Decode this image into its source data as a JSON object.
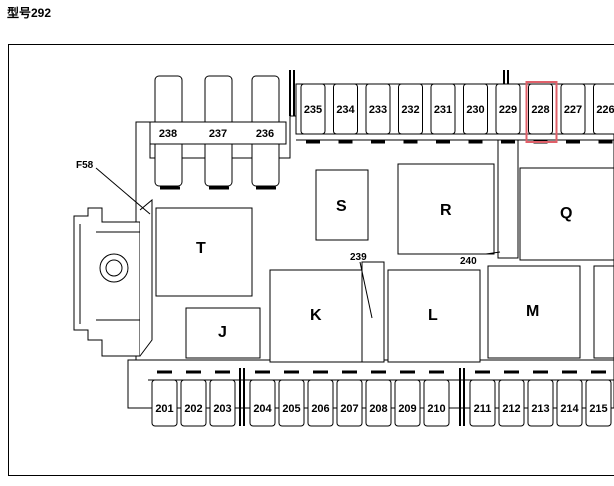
{
  "title": "型号292",
  "highlight_color": "#e0606a",
  "relays": {
    "S": "S",
    "R": "R",
    "Q": "Q",
    "T": "T",
    "J": "J",
    "K": "K",
    "L": "L",
    "M": "M"
  },
  "top_big_fuses": [
    "238",
    "237",
    "236"
  ],
  "top_fuses": [
    "235",
    "234",
    "233",
    "232",
    "231",
    "230",
    "229",
    "228",
    "227",
    "226"
  ],
  "bottom_fuses": [
    "201",
    "202",
    "203",
    "204",
    "205",
    "206",
    "207",
    "208",
    "209",
    "210",
    "211",
    "212",
    "213",
    "214",
    "215"
  ],
  "callouts": {
    "f58": "F58",
    "r239": "239",
    "r240": "240"
  },
  "highlighted_fuse": "228"
}
